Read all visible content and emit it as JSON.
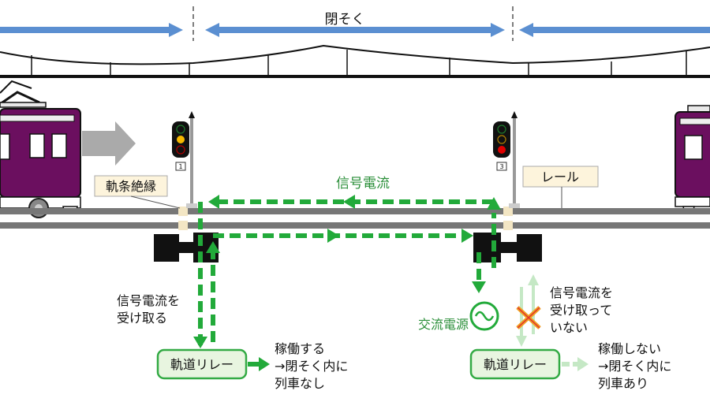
{
  "top": {
    "section_label": "閉そく"
  },
  "labels": {
    "insulation": "軌条絶縁",
    "rail": "レール",
    "signal_current": "信号電流",
    "ac_source": "交流電源"
  },
  "signals": {
    "left": {
      "number": "1"
    },
    "right": {
      "number": "3"
    }
  },
  "left_circuit": {
    "receive_note": [
      "信号電流を",
      "受け取る"
    ],
    "relay": "軌道リレー",
    "result": [
      "稼働する",
      "→閉そく内に",
      "列車なし"
    ]
  },
  "right_circuit": {
    "not_receive_note": [
      "信号電流を",
      "受け取って",
      "いない"
    ],
    "relay": "軌道リレー",
    "result": [
      "稼働しない",
      "→閉そく内に",
      "列車あり"
    ]
  },
  "colors": {
    "current_green": "#22aa3a",
    "relay_border": "#33aa44",
    "relay_fill": "#e8f5e0",
    "label_fill": "#fdf4dc",
    "train_purple": "#6b0f5f",
    "block_arrow_blue": "#5b8fd1",
    "cross_orange": "#f0a020"
  }
}
